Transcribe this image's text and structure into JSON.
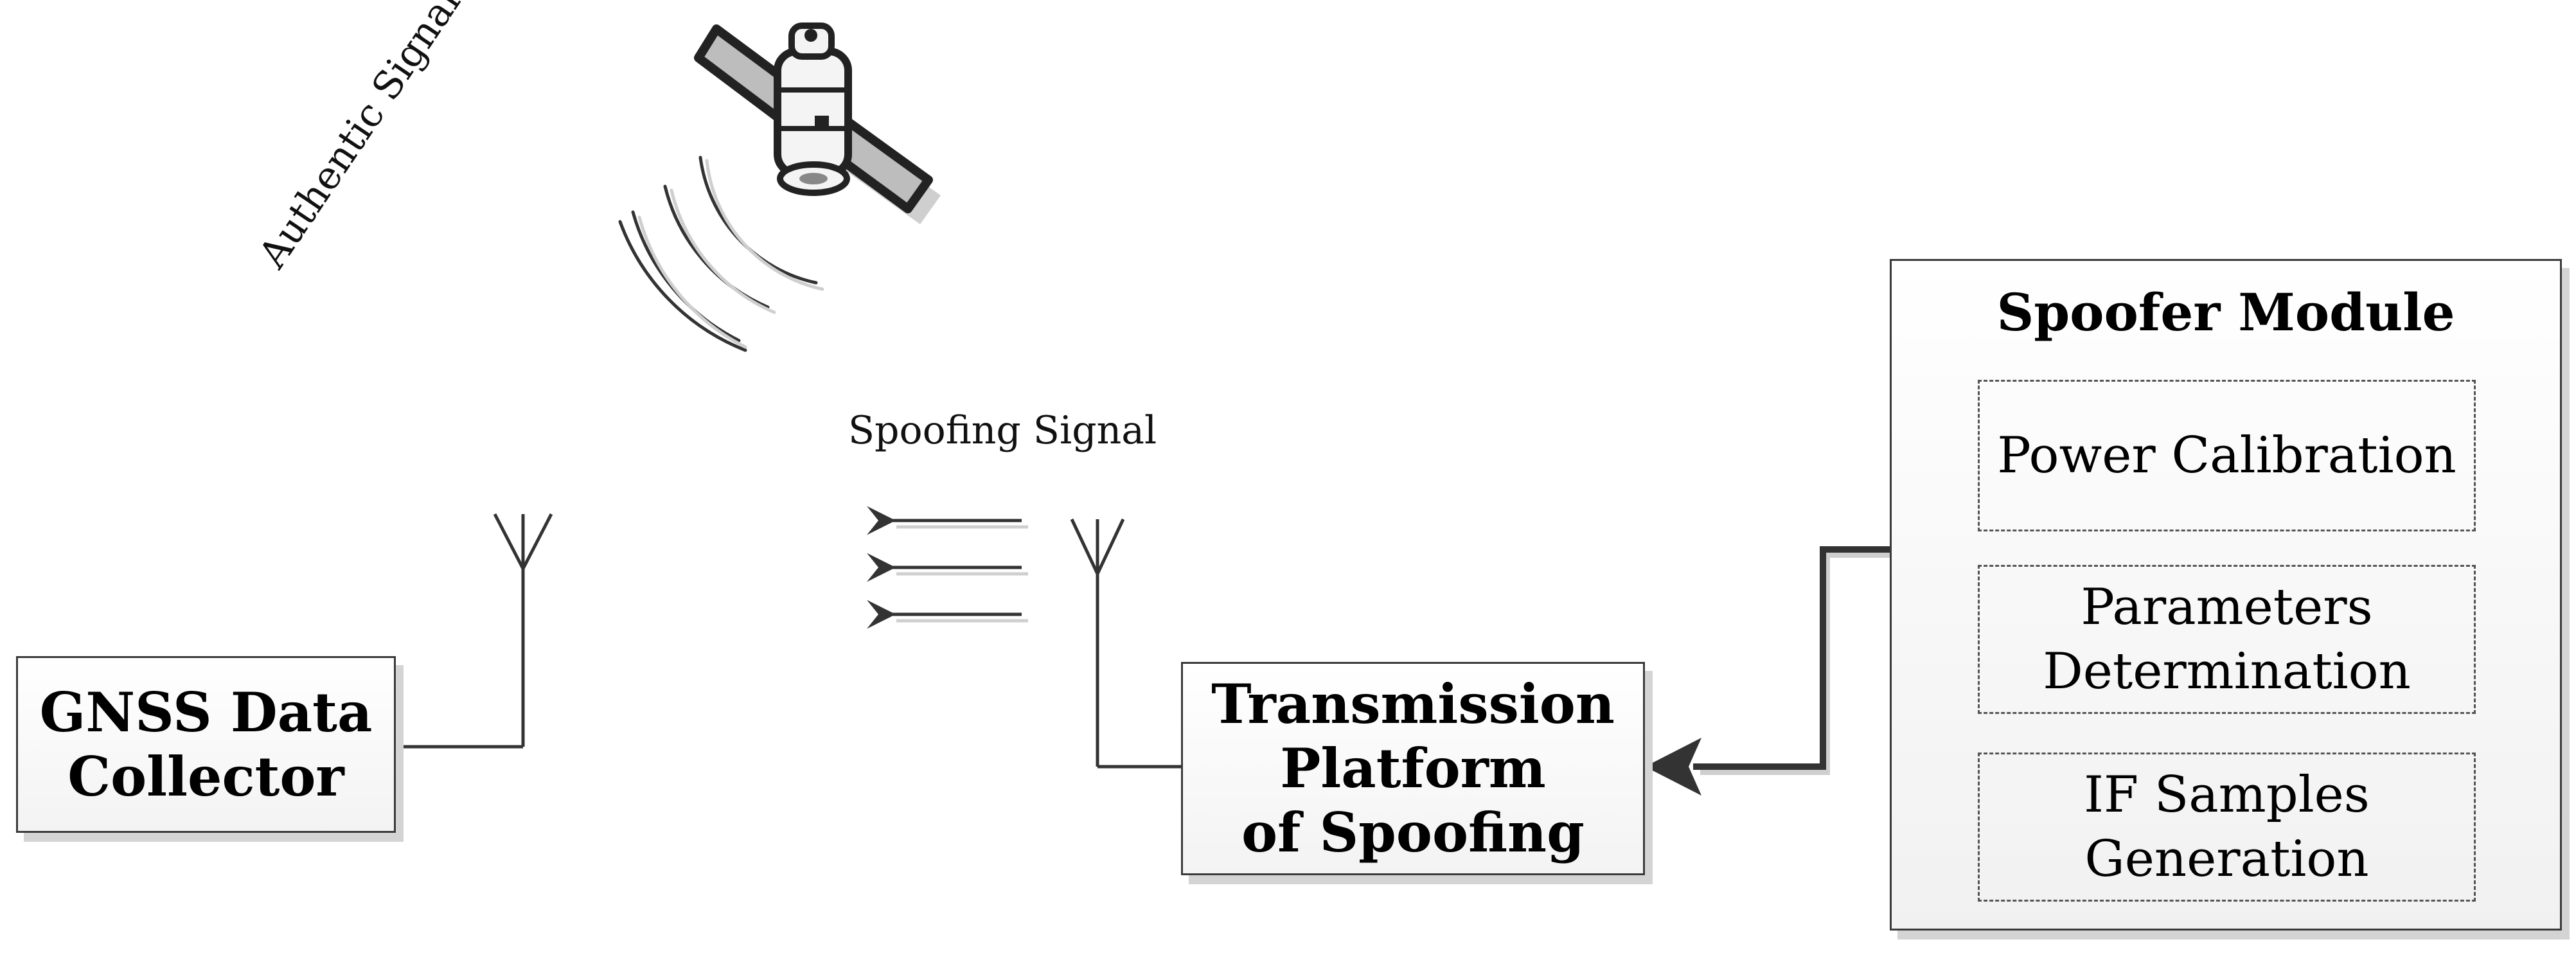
{
  "diagram": {
    "gnss_collector": {
      "label": "GNSS Data\nCollector"
    },
    "transmission_platform": {
      "label": "Transmission\nPlatform\nof Spoofing"
    },
    "spoofer_module": {
      "title": "Spoofer Module",
      "items": [
        {
          "label": "Power Calibration"
        },
        {
          "label": "Parameters\nDetermination"
        },
        {
          "label": "IF Samples\nGeneration"
        }
      ]
    },
    "authentic_signal_label": "Authentic Signal",
    "spoofing_signal_label": "Spoofing Signal",
    "icons": [
      "satellite-icon",
      "antenna-icon",
      "signal-wave-icon",
      "arrow-icon"
    ]
  }
}
